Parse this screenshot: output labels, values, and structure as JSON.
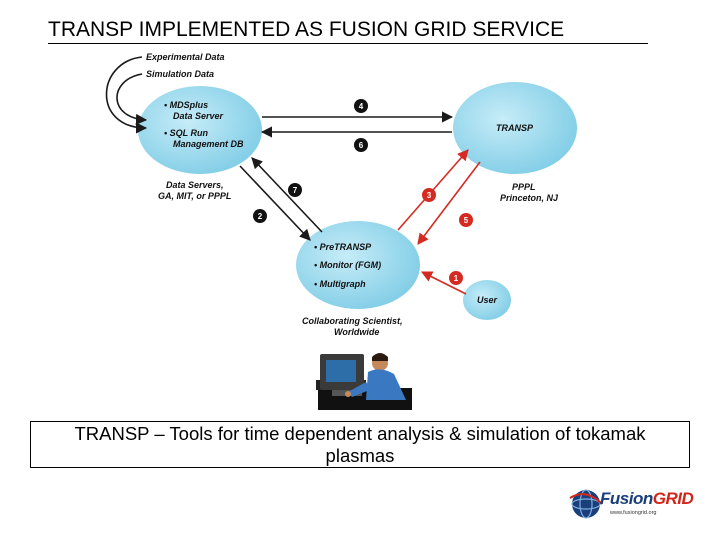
{
  "title": "TRANSP IMPLEMENTED AS FUSION GRID SERVICE",
  "labels": {
    "experimental_data": "Experimental  Data",
    "simulation_data": "Simulation  Data",
    "data_server_item1_line1": "•  MDSplus",
    "data_server_item1_line2": "Data  Server",
    "data_server_item2_line1": "•  SQL  Run",
    "data_server_item2_line2": "Management  DB",
    "data_servers_line1": "Data  Servers,",
    "data_servers_line2": "GA,  MIT,  or  PPPL",
    "transp": "TRANSP",
    "pppl_line1": "PPPL",
    "pppl_line2": "Princeton,  NJ",
    "collab_item1": "•  PreTRANSP",
    "collab_item2": "•  Monitor  (FGM)",
    "collab_item3": "•  Multigraph",
    "collab_line1": "Collaborating  Scientist,",
    "collab_line2": "Worldwide",
    "user": "User"
  },
  "step_numbers": {
    "s1": "1",
    "s2": "2",
    "s3": "3",
    "s4": "4",
    "s5": "5",
    "s6": "6",
    "s7": "7"
  },
  "caption": {
    "line1": "TRANSP – Tools for time dependent analysis & simulation of tokamak",
    "line2": "plasmas"
  },
  "logo": {
    "word_part1": "Fusion",
    "word_part2": "GRID",
    "url": "www.fusiongrid.org"
  },
  "colors": {
    "ellipse": "#8fd3ea",
    "red_arrow": "#d42a22",
    "black_arrow": "#1a1a1a",
    "logo_blue": "#1b3f7a",
    "logo_red": "#d2261c"
  }
}
